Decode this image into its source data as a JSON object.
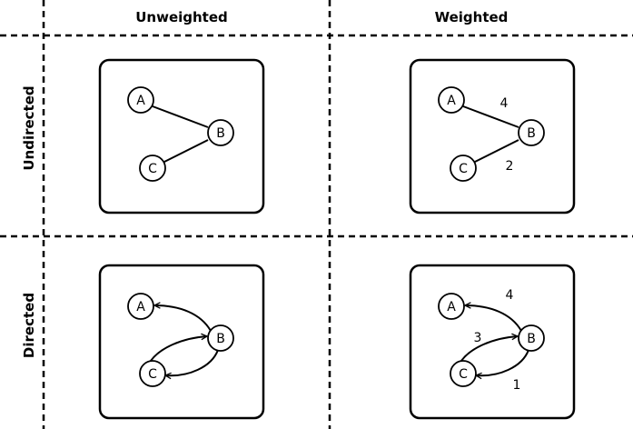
{
  "headers": {
    "col_unweighted": "Unweighted",
    "col_weighted": "Weighted",
    "row_undirected": "Undirected",
    "row_directed": "Directed"
  },
  "nodes": {
    "a": "A",
    "b": "B",
    "c": "C"
  },
  "weights": {
    "undirected_ab": "4",
    "undirected_bc": "2",
    "directed_ba": "4",
    "directed_cb": "3",
    "directed_bc": "1"
  }
}
